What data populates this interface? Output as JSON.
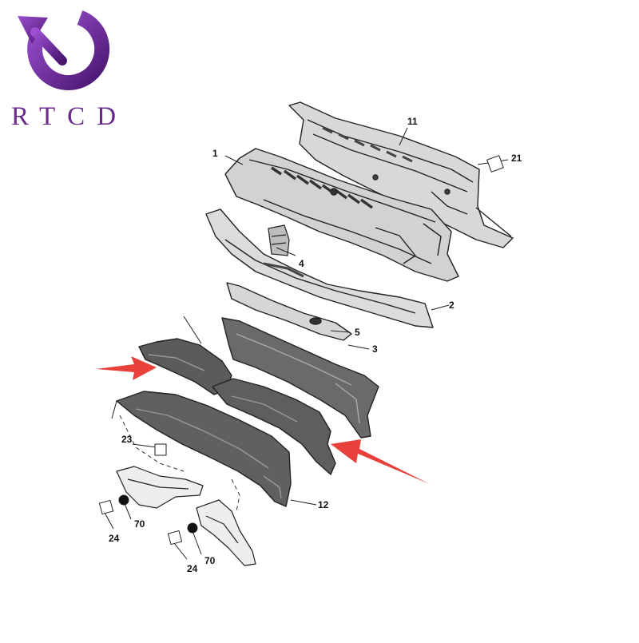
{
  "logo": {
    "text": "RTCD",
    "color": "#6a2a8c"
  },
  "callouts": {
    "c1": "1",
    "c2": "2",
    "c3": "3",
    "c4": "4",
    "c5": "5",
    "c11": "11",
    "c12": "12",
    "c21": "21",
    "c23": "23",
    "c24a": "24",
    "c24b": "24",
    "c70a": "70",
    "c70b": "70"
  },
  "colors": {
    "highlight_arrow": "#e8403a",
    "part_fill": "#cfcfcf",
    "part_fill_dark": "#555555",
    "line": "#222222"
  }
}
